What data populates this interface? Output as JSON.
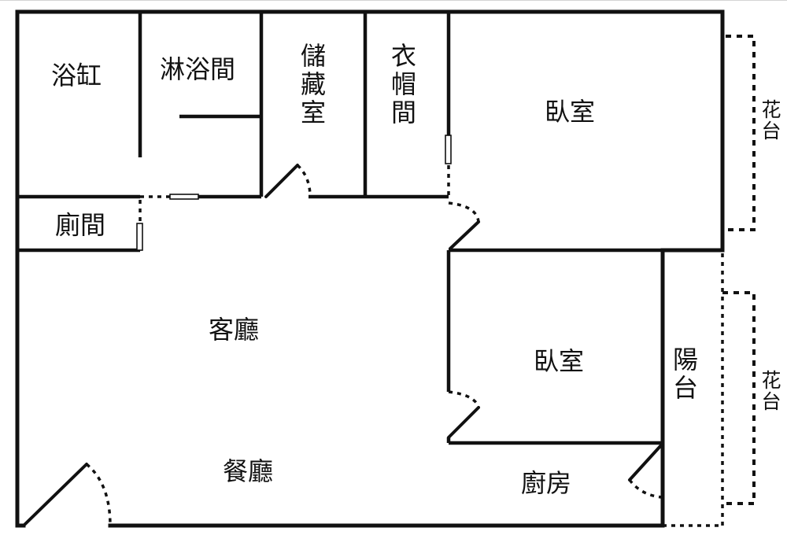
{
  "rooms": {
    "bathtub": "浴缸",
    "shower": "淋浴間",
    "storage": "儲藏室",
    "closet": "衣帽間",
    "bedroom_master": "臥室",
    "toilet": "廁間",
    "living_room": "客廳",
    "bedroom_second": "臥室",
    "balcony": "陽台",
    "dining_room": "餐廳",
    "kitchen": "廚房",
    "planter_upper": "花台",
    "planter_lower": "花台"
  }
}
